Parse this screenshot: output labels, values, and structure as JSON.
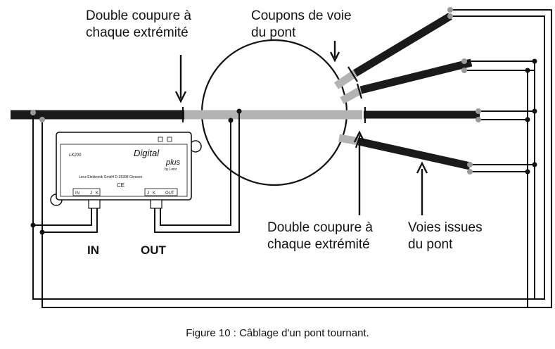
{
  "labels": {
    "top_left": {
      "line1": "Double coupure à",
      "line2": "chaque extrémité"
    },
    "top_center": {
      "line1": "Coupons de voie",
      "line2": "du pont"
    },
    "bottom_center": {
      "line1": "Double coupure à",
      "line2": "chaque extrémité"
    },
    "bottom_right": {
      "line1": "Voies issues",
      "line2": "du pont"
    }
  },
  "terminals": {
    "in": "IN",
    "out": "OUT"
  },
  "device": {
    "model": "LK200",
    "brand_main": "Digital",
    "brand_plus": "plus",
    "brand_by": "by Lenz",
    "manufacturer": "Lenz Elektronik GmbH   D-35398 Giessen",
    "ce_mark": "CE",
    "port_in": "IN",
    "port_out": "OUT",
    "port_j": "J",
    "port_k": "K"
  },
  "caption": "Figure 10 : Câblage d'un pont tournant.",
  "colors": {
    "track": "#1a1a1a",
    "bridge_track": "#b3b3b3",
    "wire": "#111111",
    "device_fill": "#ffffff"
  }
}
